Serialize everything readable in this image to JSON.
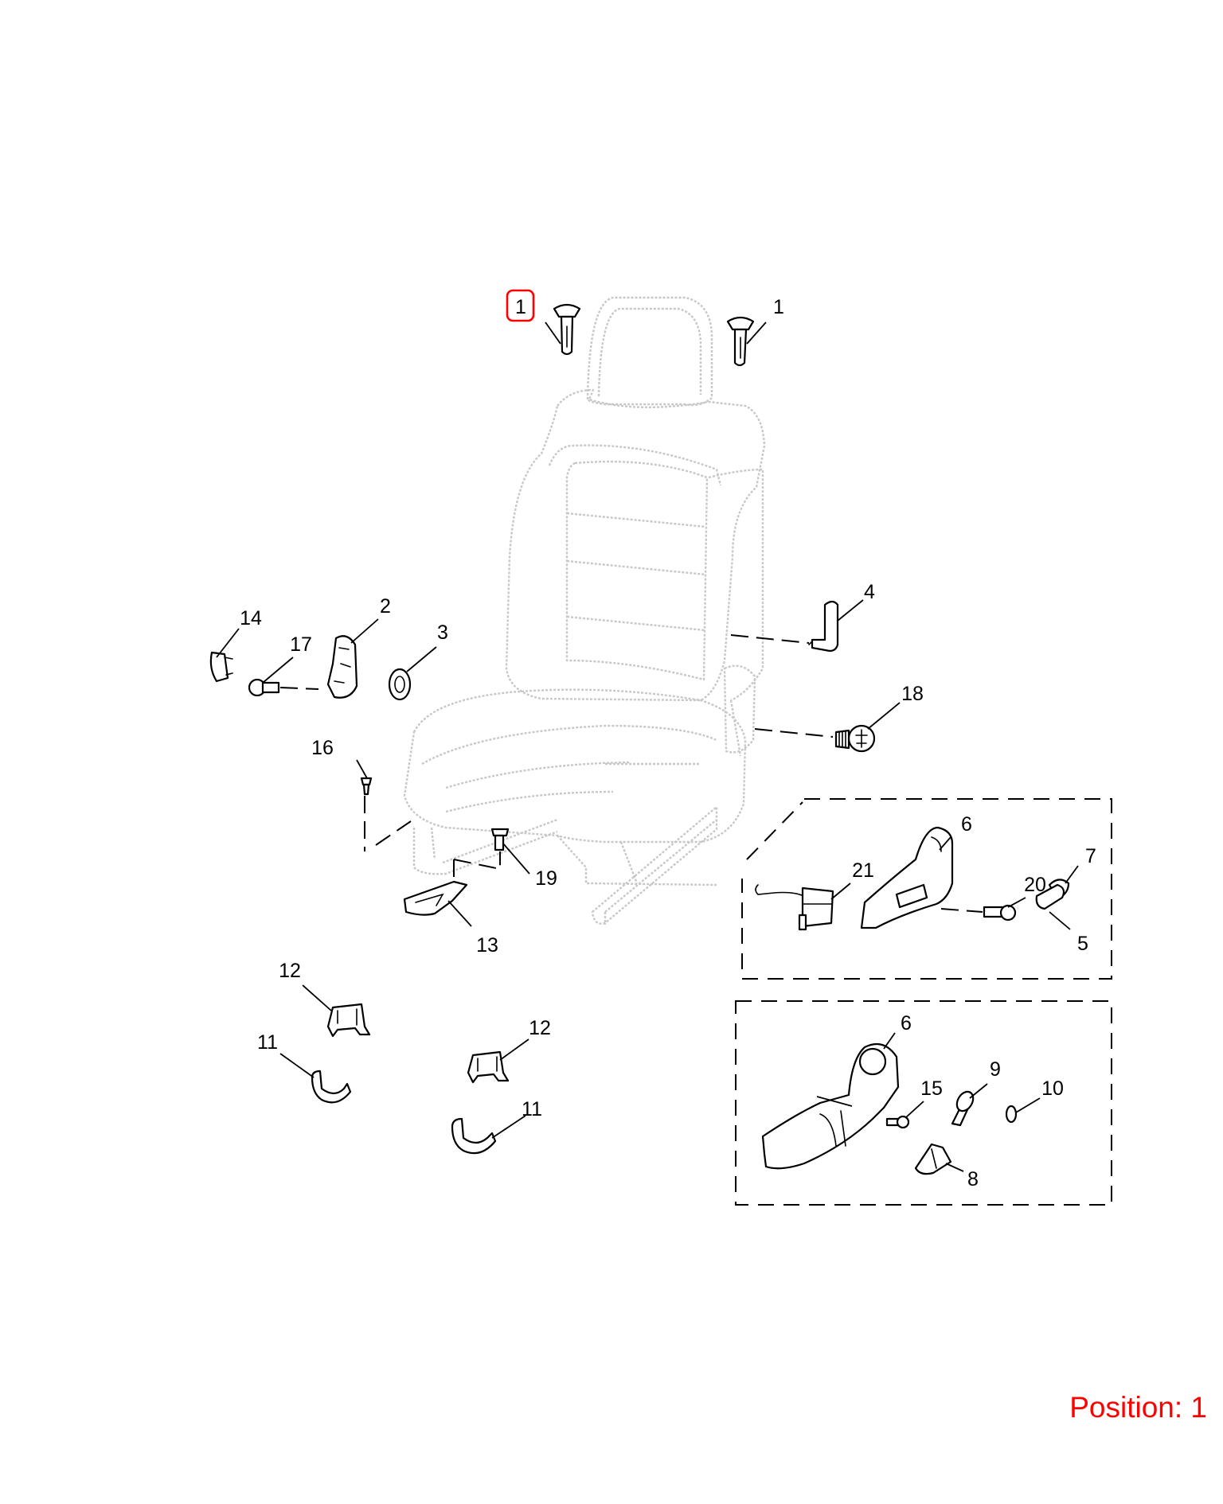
{
  "callouts": {
    "c1a": "1",
    "c1b": "1",
    "c2": "2",
    "c3": "3",
    "c4": "4",
    "c5": "5",
    "c6a": "6",
    "c6b": "6",
    "c7": "7",
    "c8": "8",
    "c9": "9",
    "c10": "10",
    "c11a": "11",
    "c11b": "11",
    "c12a": "12",
    "c12b": "12",
    "c13": "13",
    "c14": "14",
    "c15": "15",
    "c16": "16",
    "c17": "17",
    "c18": "18",
    "c19": "19",
    "c20": "20",
    "c21": "21"
  },
  "highlighted_callout": "c1a",
  "highlight_color": "#ff0000",
  "position_label": "Position: 1"
}
